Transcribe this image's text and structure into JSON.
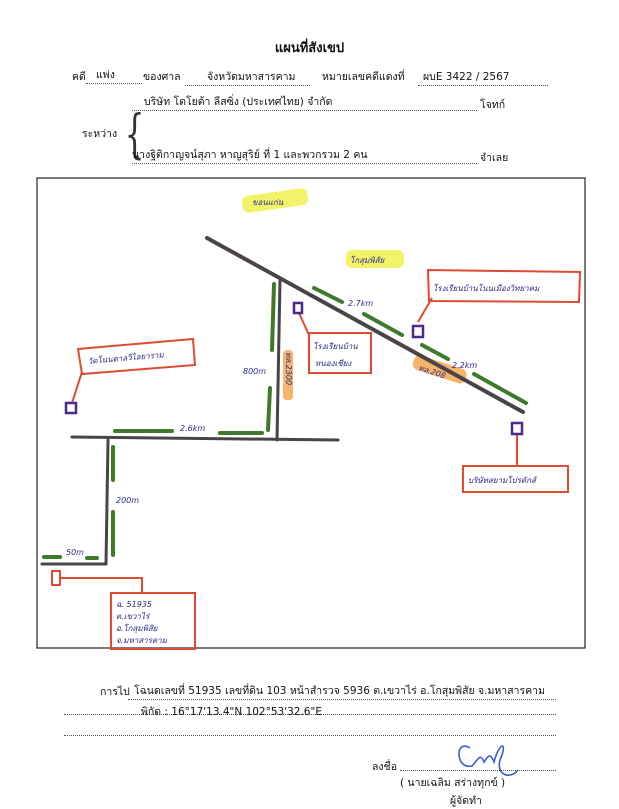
{
  "header": {
    "title": "แผนที่สังเขป",
    "case_label": "คดี",
    "case_type": "แพ่ง",
    "court_label": "ของศาล",
    "court": "จังหวัดมหาสารคาม",
    "case_no_label": "หมายเลขคดีแดงที่",
    "case_no": "ผบE 3422 / 2567",
    "between_label": "ระหว่าง",
    "plaintiff": "บริษัท โตโยต้า ลีสซิ่ง (ประเทศไทย) จำกัด",
    "plaintiff_label": "โจทก์",
    "defendant": "นางฐิติกาญจน์สุภา หาญสุริย์ ที่ 1 และพวกรวม 2 คน",
    "defendant_label": "จำเลย"
  },
  "map": {
    "north_city": "ขอนแก่น",
    "town": "โกสุมพิสัย",
    "school_1": "โรงเรียนบ้านโนนเมืองวิทยาคม",
    "school_2_line1": "โรงเรียนบ้าน",
    "school_2_line2": "หนองเชียง",
    "company": "บริษัทสยามโปรดักส์",
    "temple": "วัดโนนตาลวิไลยาราม",
    "road_208": "ทล.208",
    "road_2300": "ทล.2300",
    "dist_1": "2.7km",
    "dist_2": "2.2km",
    "dist_3": "800m",
    "dist_4": "2.6km",
    "dist_5": "200m",
    "dist_6": "50m",
    "target_lines": [
      "ฉ. 51935",
      "ต.เขวาไร่",
      "อ.โกสุมพิสัย",
      "จ.มหาสารคาม"
    ],
    "colors": {
      "road": "#4a4446",
      "distance": "#3f7a2b",
      "box": "#e04a32",
      "marker": "#4a2a8a",
      "highlight_yellow": "#f3f36a",
      "highlight_orange": "#f8b46a"
    }
  },
  "footer": {
    "route_label": "การไป",
    "route": "โฉนดเลขที่ 51935 เลขที่ดิน 103 หน้าสำรวจ 5936 ต.เขวาไร่ อ.โกสุมพิสัย จ.มหาสารคาม",
    "coords": "พิกัด : 16°17'13.4\"N 102°53'32.6\"E",
    "sign_label": "ลงชื่อ",
    "signer": "(      นายเฉลิม สร่างทุกข์       )",
    "role": "ผู้จัดทำ"
  }
}
